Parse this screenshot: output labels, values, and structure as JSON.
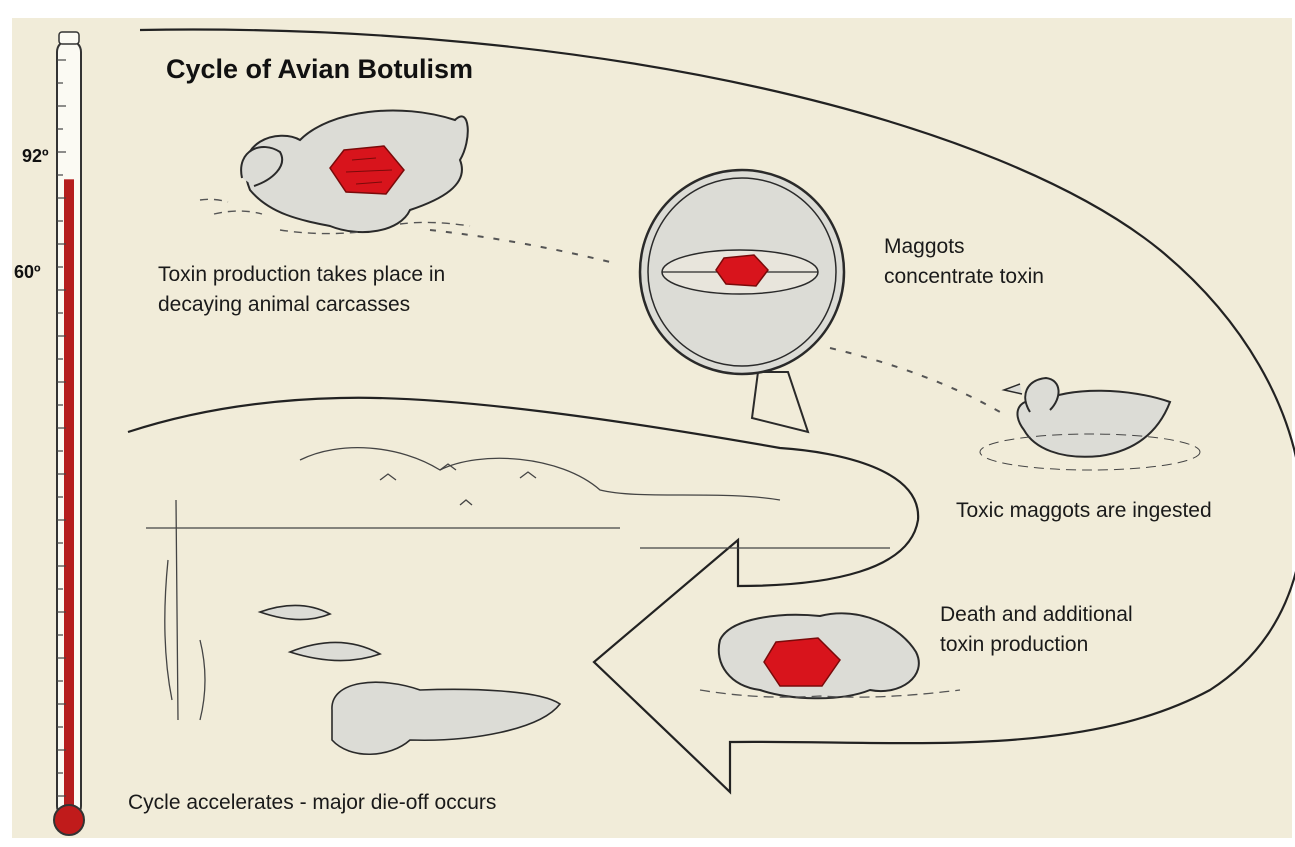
{
  "title": "Cycle of Avian Botulism",
  "colors": {
    "background": "#f1ecd9",
    "mercury": "#b51e1e",
    "toxin": "#d8141c",
    "outline": "#222222",
    "carcass_fill": "#dcdcd6"
  },
  "thermometer": {
    "markings": [
      {
        "label": "92º",
        "value": 92
      },
      {
        "label": "60º",
        "value": 60
      }
    ],
    "mercury_level_fraction": 0.82
  },
  "steps": [
    {
      "id": "production",
      "lines": [
        "Toxin production takes place in",
        "decaying animal carcasses"
      ]
    },
    {
      "id": "maggots",
      "lines": [
        "Maggots",
        "concentrate toxin"
      ]
    },
    {
      "id": "ingested",
      "lines": [
        "Toxic maggots are ingested"
      ]
    },
    {
      "id": "death",
      "lines": [
        "Death and additional",
        "toxin production"
      ]
    },
    {
      "id": "dieoff",
      "lines": [
        "Cycle accelerates - major die-off occurs"
      ]
    }
  ]
}
